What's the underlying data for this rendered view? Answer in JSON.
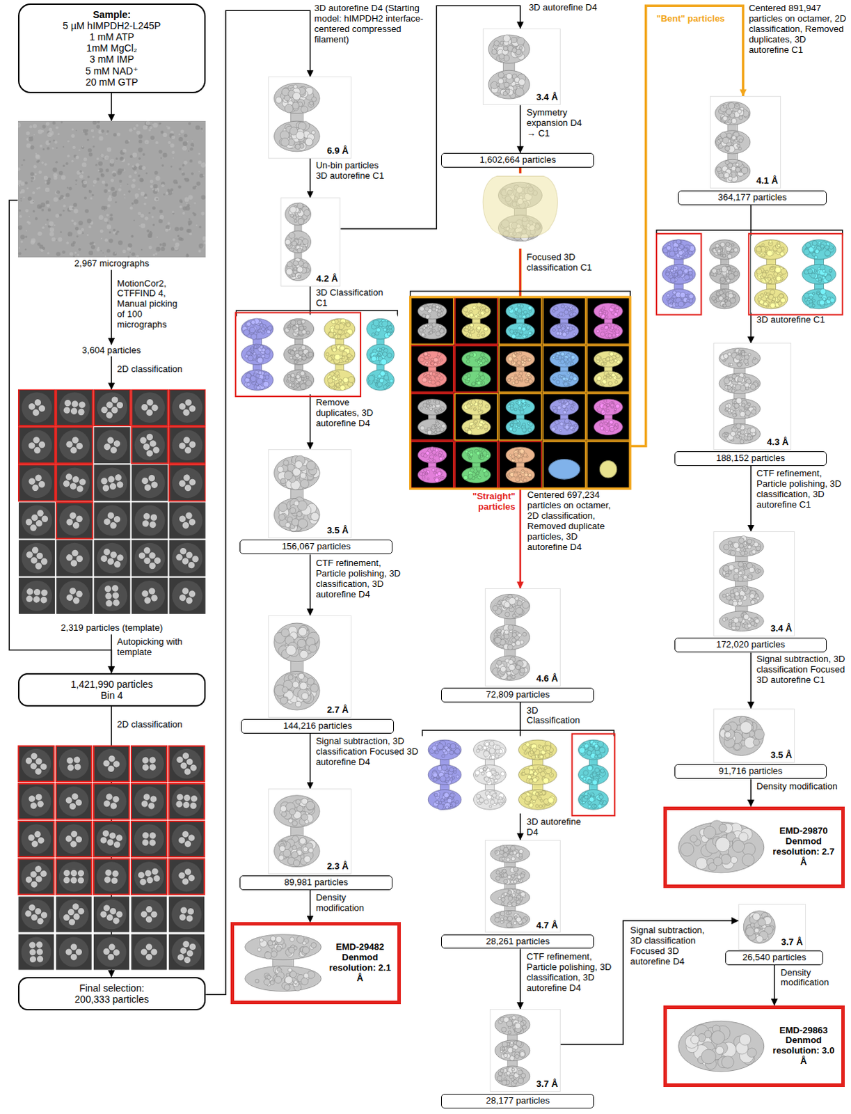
{
  "diagram": {
    "nodes": [
      {
        "text": [
          "Sample:",
          "5 µM hIMPDH2-L245P",
          "1 mM ATP",
          "1mM MgCl₂",
          "3 mM IMP",
          "5 mM NAD⁺",
          "20 mM GTP"
        ]
      },
      {
        "text": [
          "2,967 micrographs"
        ]
      },
      {
        "text": [
          "3,604 particles"
        ]
      },
      {
        "text": [
          "2,319 particles (template)"
        ]
      },
      {
        "text": [
          "1,421,990 particles",
          "Bin 4"
        ]
      },
      {
        "text": [
          "Final selection:",
          "200,333 particles"
        ]
      },
      {
        "text": [
          "6.9 Å"
        ]
      },
      {
        "text": [
          "4.2 Å"
        ]
      },
      {
        "text": [
          "3.5 Å"
        ]
      },
      {
        "text": [
          "156,067 particles"
        ]
      },
      {
        "text": [
          "2.7 Å"
        ]
      },
      {
        "text": [
          "144,216 particles"
        ]
      },
      {
        "text": [
          "2.3 Å"
        ]
      },
      {
        "text": [
          "89,981 particles"
        ]
      },
      {
        "text": [
          "EMD-29482 Denmod resolution: 2.1 Å"
        ]
      },
      {
        "text": [
          "3.4 Å"
        ]
      },
      {
        "text": [
          "1,602,664 particles"
        ]
      },
      {
        "text": [
          "4.6 Å"
        ]
      },
      {
        "text": [
          "72,809 particles"
        ]
      },
      {
        "text": [
          "4.7 Å"
        ]
      },
      {
        "text": [
          "28,261 particles"
        ]
      },
      {
        "text": [
          "3.7 Å"
        ]
      },
      {
        "text": [
          "28,177 particles"
        ]
      },
      {
        "text": [
          "4.1 Å"
        ]
      },
      {
        "text": [
          "364,177 particles"
        ]
      },
      {
        "text": [
          "4.3 Å"
        ]
      },
      {
        "text": [
          "188,152 particles"
        ]
      },
      {
        "text": [
          "3.4 Å"
        ]
      },
      {
        "text": [
          "172,020 particles"
        ]
      },
      {
        "text": [
          "3.5 Å"
        ]
      },
      {
        "text": [
          "91,716 particles"
        ]
      },
      {
        "text": [
          "EMD-29870 Denmod resolution: 2.7 Å"
        ]
      },
      {
        "text": [
          "3.7 Å"
        ]
      },
      {
        "text": [
          "26,540 particles"
        ]
      },
      {
        "text": [
          "EMD-29863 Denmod resolution: 3.0 Å"
        ]
      }
    ],
    "edges": [
      {
        "from": 0,
        "to": 1,
        "arrow": "to"
      },
      {
        "from": 1,
        "to": 2,
        "label": "MotionCor2, CTFFIND 4, Manual picking of 100 micrographs",
        "arrow": "to"
      },
      {
        "from": 2,
        "to": 3,
        "label": "2D classification",
        "arrow": "to"
      },
      {
        "from": 3,
        "to": 4,
        "label": "Autopicking with template",
        "arrow": "to"
      },
      {
        "from": 1,
        "to": 4,
        "arrow": "to"
      },
      {
        "from": 4,
        "to": 5,
        "label": "2D classification",
        "arrow": "to"
      },
      {
        "from": 5,
        "to": 6,
        "label": "3D autorefine D4 (Starting model: hIMPDH2 interface-centered compressed filament)",
        "arrow": "to"
      },
      {
        "from": 6,
        "to": 7,
        "label": "Un-bin particles 3D autorefine C1",
        "arrow": "to"
      },
      {
        "from": 7,
        "to": 8,
        "label": "3D Classification C1",
        "arrow": "to"
      },
      {
        "from": 9,
        "to": 10,
        "label": "CTF refinement, Particle polishing, 3D classification, 3D autorefine D4",
        "arrow": "to"
      },
      {
        "from": 11,
        "to": 12,
        "label": "Signal subtraction, 3D classification Focused 3D autorefine D4",
        "arrow": "to"
      },
      {
        "from": 13,
        "to": 14,
        "label": "Density modification",
        "arrow": "to"
      },
      {
        "from": 7,
        "to": 15,
        "label": "3D autorefine D4",
        "arrow": "to"
      },
      {
        "from": 15,
        "to": 16,
        "label": "Symmetry expansion D4 → C1",
        "arrow": "to"
      },
      {
        "from": 16,
        "to": 17,
        "label": "\"Straight\" particles",
        "arrow": "to"
      },
      {
        "from": 16,
        "to": 23,
        "label": "\"Bent\" particles",
        "arrow": "to"
      },
      {
        "from": 18,
        "to": 19,
        "label": "3D Classification",
        "arrow": "to"
      },
      {
        "from": 20,
        "to": 21,
        "label": "CTF refinement, Particle polishing, 3D classification, 3D autorefine D4",
        "arrow": "to"
      },
      {
        "from": 21,
        "to": 32,
        "label": "Signal subtraction, 3D classification Focused 3D autorefine D4",
        "arrow": "to"
      },
      {
        "from": 24,
        "to": 25,
        "label": "3D autorefine C1",
        "arrow": "to"
      },
      {
        "from": 26,
        "to": 27,
        "label": "CTF refinement, Particle polishing, 3D classification, 3D autorefine C1",
        "arrow": "to"
      },
      {
        "from": 28,
        "to": 29,
        "label": "Signal subtraction, 3D classification Focused 3D autorefine C1",
        "arrow": "to"
      },
      {
        "from": 30,
        "to": 31,
        "label": "Density modification",
        "arrow": "to"
      },
      {
        "from": 33,
        "to": 34,
        "label": "Density modification",
        "arrow": "to"
      }
    ],
    "labels": [
      "Remove duplicates, 3D autorefine D4",
      "Focused 3D classification C1",
      "Centered 697,234 particles on octamer, 2D classification, Removed duplicate particles, 3D autorefine D4",
      "3D autorefine D4",
      "Centered 891,947 particles on octamer, 2D classification, Removed duplicates, 3D autorefine C1"
    ]
  }
}
